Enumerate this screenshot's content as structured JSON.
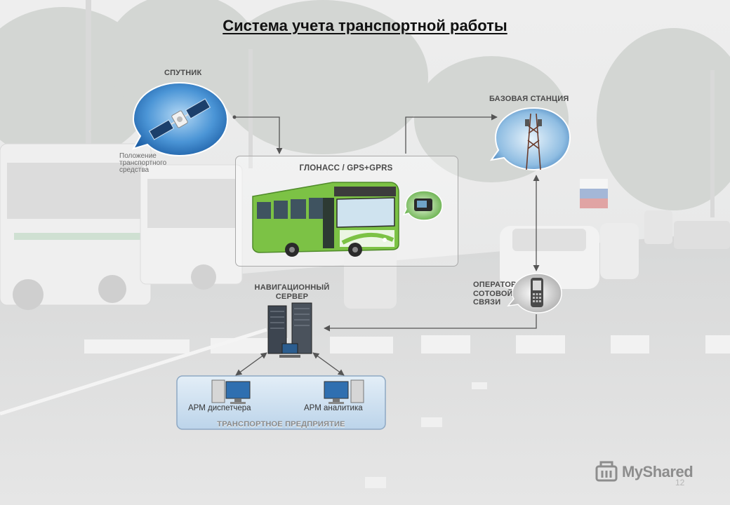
{
  "title": "Система учета транспортной работы",
  "labels": {
    "satellite": "СПУТНИК",
    "position_note": [
      "Положение",
      "транспортного",
      "средства"
    ],
    "base_station": "БАЗОВАЯ СТАНЦИЯ",
    "glonass": "ГЛОНАСС / GPS+GPRS",
    "operator": [
      "ОПЕРАТОР",
      "СОТОВОЙ",
      "СВЯЗИ"
    ],
    "nav_server": [
      "НАВИГАЦИОННЫЙ",
      "СЕРВЕР"
    ],
    "arm_dispatcher": "АРМ диспетчера",
    "arm_analyst": "АРМ аналитика",
    "enterprise": "ТРАНСПОРТНОЕ ПРЕДПРИЯТИЕ"
  },
  "page_number": "12",
  "watermark": "MyShared",
  "colors": {
    "bus_green": "#7cc245",
    "satellite_blue": "#2e7fc8",
    "panel_blue": "#c9dff0"
  },
  "icons": [
    "satellite-icon",
    "radio-tower-icon",
    "bus-icon",
    "gps-device-icon",
    "mobile-phone-icon",
    "server-icon",
    "workstation-icon"
  ]
}
